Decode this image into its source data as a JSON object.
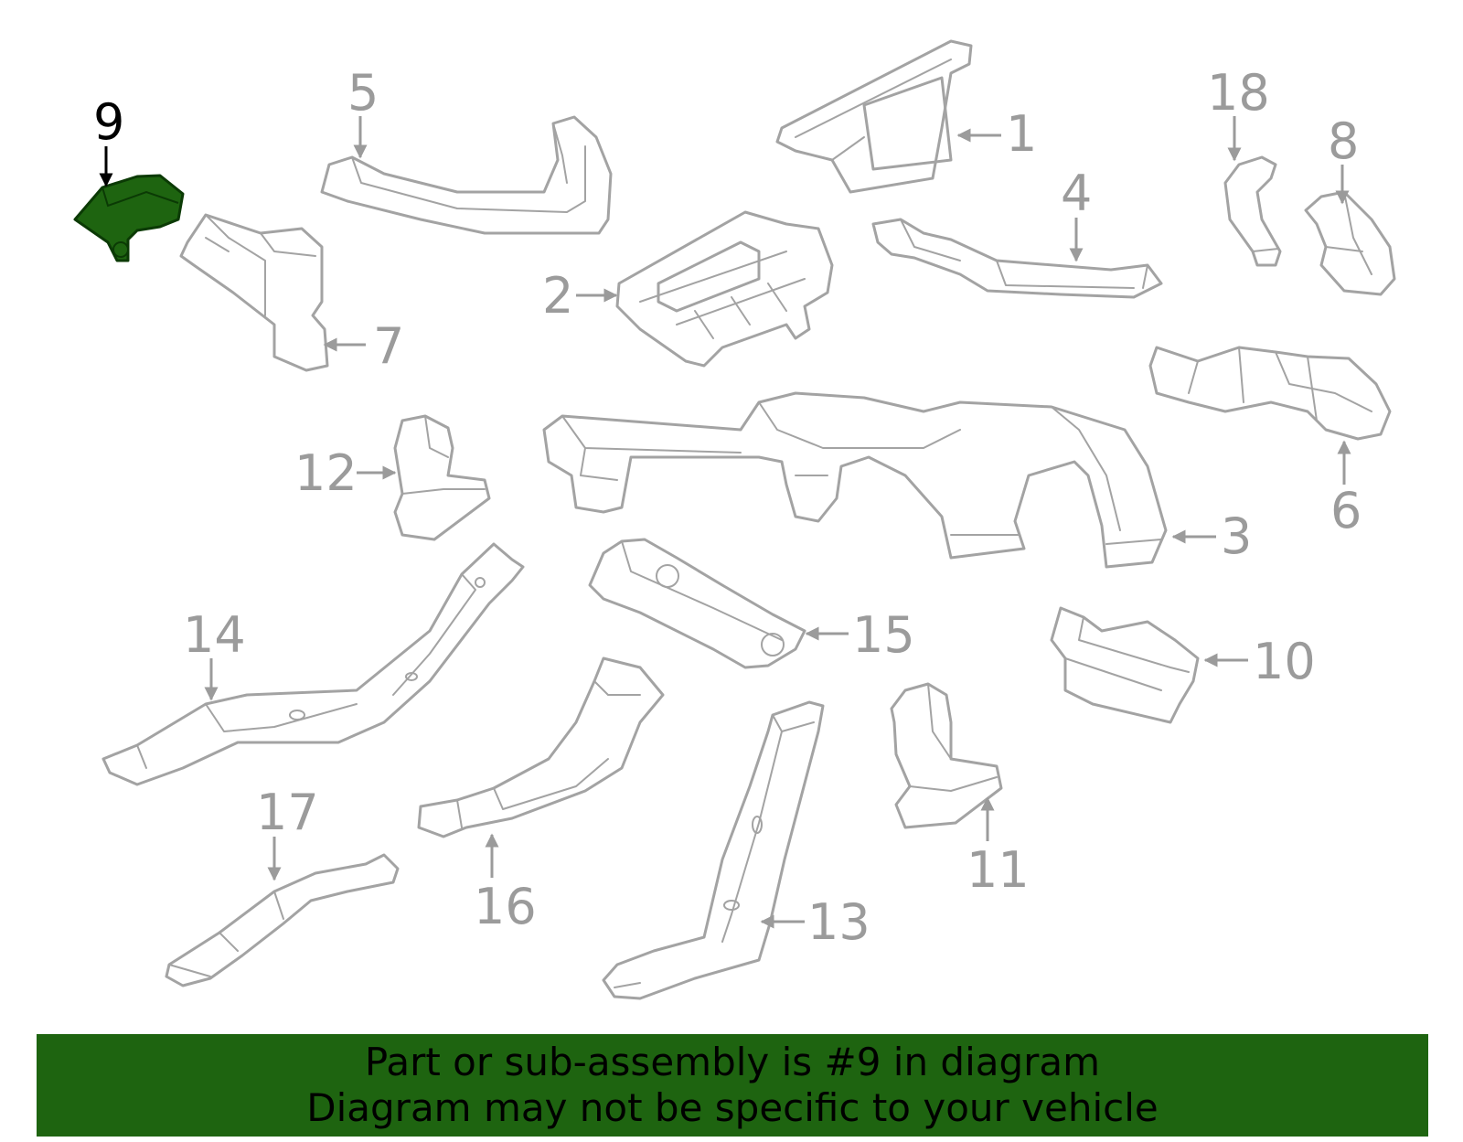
{
  "diagram": {
    "highlight_color": "#1e6410",
    "highlighted_part": "9",
    "callouts": [
      {
        "num": "1"
      },
      {
        "num": "2"
      },
      {
        "num": "3"
      },
      {
        "num": "4"
      },
      {
        "num": "5"
      },
      {
        "num": "6"
      },
      {
        "num": "7"
      },
      {
        "num": "8"
      },
      {
        "num": "9"
      },
      {
        "num": "10"
      },
      {
        "num": "11"
      },
      {
        "num": "12"
      },
      {
        "num": "13"
      },
      {
        "num": "14"
      },
      {
        "num": "15"
      },
      {
        "num": "16"
      },
      {
        "num": "17"
      },
      {
        "num": "18"
      }
    ]
  },
  "banner": {
    "background": "#1e6410",
    "line1": "Part or sub-assembly is #9 in diagram",
    "line2": "Diagram may not be specific to your vehicle"
  }
}
